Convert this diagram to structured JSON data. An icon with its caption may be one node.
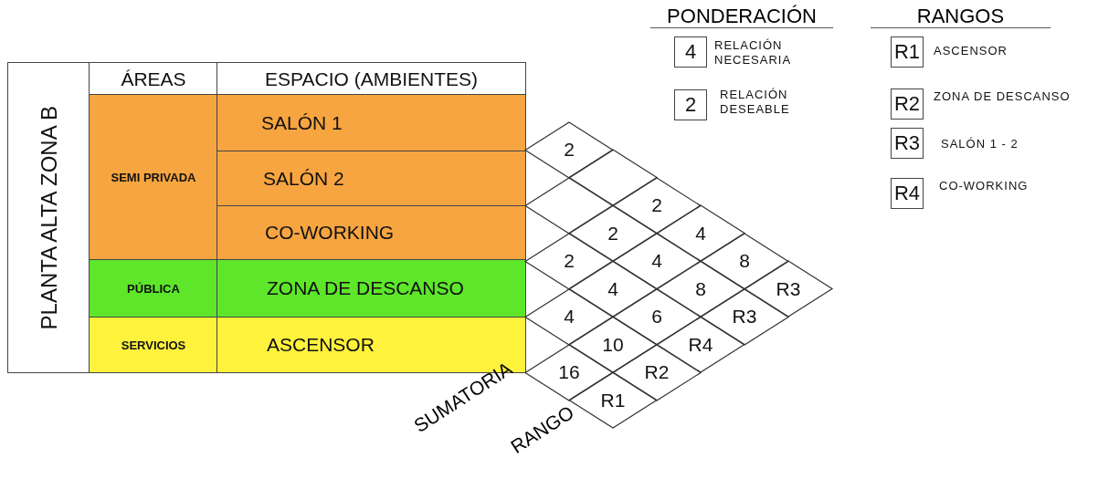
{
  "diagram": {
    "nodes": [
      {
        "text": [
          "PLANTA ALTA ZONA B"
        ]
      },
      {
        "text": [
          "ÁREAS"
        ]
      },
      {
        "text": [
          "ESPACIO (AMBIENTES)"
        ]
      },
      {
        "text": [
          "SEMI PRIVADA"
        ]
      },
      {
        "text": [
          "SALÓN 1"
        ]
      },
      {
        "text": [
          "SALÓN 2"
        ]
      },
      {
        "text": [
          "CO-WORKING"
        ]
      },
      {
        "text": [
          "PÚBLICA"
        ]
      },
      {
        "text": [
          "ZONA DE DESCANSO"
        ]
      },
      {
        "text": [
          "SERVICIOS"
        ]
      },
      {
        "text": [
          "ASCENSOR"
        ]
      },
      {
        "text": [
          "2"
        ]
      },
      {
        "text": [],
        "shape": "diamond"
      },
      {
        "text": [
          "2"
        ]
      },
      {
        "text": [
          "4"
        ]
      },
      {
        "text": [
          "8"
        ]
      },
      {
        "text": [
          "R3"
        ]
      },
      {
        "text": [],
        "shape": "diamond"
      },
      {
        "text": [
          "2"
        ]
      },
      {
        "text": [
          "4"
        ]
      },
      {
        "text": [
          "8"
        ]
      },
      {
        "text": [
          "R3"
        ]
      },
      {
        "text": [
          "2"
        ]
      },
      {
        "text": [
          "4"
        ]
      },
      {
        "text": [
          "6"
        ]
      },
      {
        "text": [
          "R4"
        ]
      },
      {
        "text": [
          "4"
        ]
      },
      {
        "text": [
          "10"
        ]
      },
      {
        "text": [
          "R2"
        ]
      },
      {
        "text": [
          "16"
        ]
      },
      {
        "text": [
          "R1"
        ]
      },
      {
        "text": [
          "4"
        ],
        "beside": [
          "RELACIÓN NECESARIA"
        ]
      },
      {
        "text": [
          "2"
        ],
        "beside": [
          "RELACIÓN DESEABLE"
        ]
      },
      {
        "text": [
          "R1"
        ],
        "beside": [
          "ASCENSOR"
        ]
      },
      {
        "text": [
          "R2"
        ],
        "beside": [
          "ZONA DE DESCANSO"
        ]
      },
      {
        "text": [
          "R3"
        ],
        "beside": [
          "SALÓN 1 - 2"
        ]
      },
      {
        "text": [
          "R4"
        ],
        "beside": [
          "CO-WORKING"
        ]
      }
    ],
    "labels": [
      "PONDERACIÓN",
      "RANGOS",
      "SUMATORIA",
      "RANGO"
    ]
  }
}
